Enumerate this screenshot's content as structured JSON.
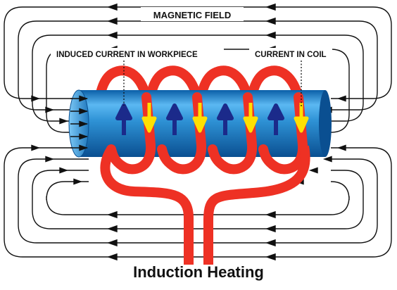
{
  "labels": {
    "magnetic_field": "MAGNETIC FIELD",
    "induced_current": "INDUCED CURRENT IN WORKPIECE",
    "current_in_coil": "CURRENT IN COIL"
  },
  "caption": "Induction Heating",
  "colors": {
    "coil": "#ee3124",
    "workpiece": "#2f93d6",
    "induced_arrow": "#1b2a8a",
    "coil_current_arrow": "#ffe000",
    "field_lines": "#111111",
    "background": "#ffffff"
  },
  "icons": {
    "field_arrow": "arrowhead-icon",
    "induced_arrow": "up-arrow-icon",
    "coil_arrow": "down-arrow-icon"
  },
  "coil_turns": 4
}
